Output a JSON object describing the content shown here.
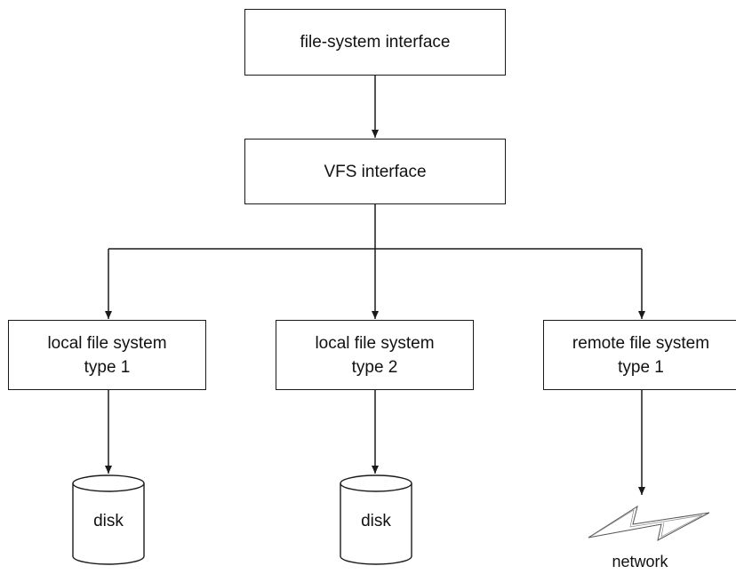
{
  "boxes": {
    "file_system_interface": "file-system interface",
    "vfs_interface": "VFS interface",
    "local_fs_1": {
      "line1": "local file system",
      "line2": "type 1"
    },
    "local_fs_2": {
      "line1": "local file system",
      "line2": "type 2"
    },
    "remote_fs_1": {
      "line1": "remote file system",
      "line2": "type 1"
    }
  },
  "storage": {
    "disk1": "disk",
    "disk2": "disk",
    "network": "network"
  },
  "colors": {
    "stroke": "#1a1a1a",
    "background": "#ffffff",
    "text": "#111111"
  }
}
